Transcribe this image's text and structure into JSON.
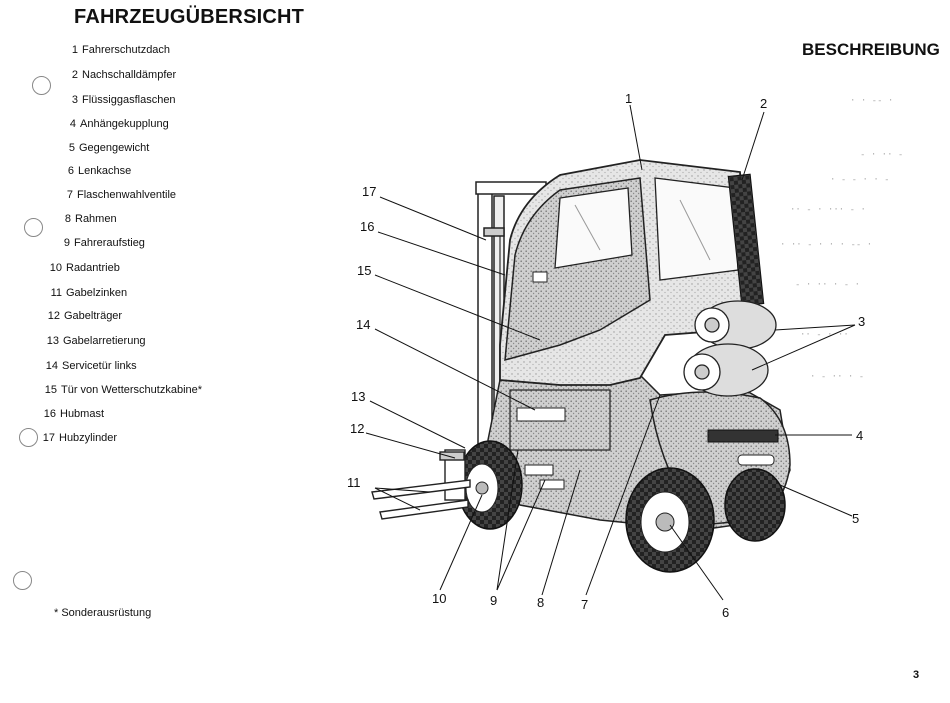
{
  "header": {
    "title": "FAHRZEUGÜBERSICHT",
    "section": "BESCHREIBUNG"
  },
  "legend": [
    {
      "num": "1",
      "label": "Fahrerschutzdach"
    },
    {
      "num": "2",
      "label": "Nachschalldämpfer"
    },
    {
      "num": "3",
      "label": "Flüssiggasflaschen"
    },
    {
      "num": "4",
      "label": "Anhängekupplung"
    },
    {
      "num": "5",
      "label": "Gegengewicht"
    },
    {
      "num": "6",
      "label": "Lenkachse"
    },
    {
      "num": "7",
      "label": "Flaschenwahlventile"
    },
    {
      "num": "8",
      "label": "Rahmen"
    },
    {
      "num": "9",
      "label": "Fahreraufstieg"
    },
    {
      "num": "10",
      "label": "Radantrieb"
    },
    {
      "num": "11",
      "label": "Gabelzinken"
    },
    {
      "num": "12",
      "label": "Gabelträger"
    },
    {
      "num": "13",
      "label": "Gabelarretierung"
    },
    {
      "num": "14",
      "label": "Servicetür links"
    },
    {
      "num": "15",
      "label": "Tür von Wetterschutzkabine*"
    },
    {
      "num": "16",
      "label": "Hubmast"
    },
    {
      "num": "17",
      "label": "Hubzylinder"
    }
  ],
  "footnote": "* Sonderausrüstung",
  "page_number": "3",
  "callouts": [
    "1",
    "2",
    "3",
    "4",
    "5",
    "6",
    "7",
    "8",
    "9",
    "10",
    "11",
    "12",
    "13",
    "14",
    "15",
    "16",
    "17"
  ]
}
